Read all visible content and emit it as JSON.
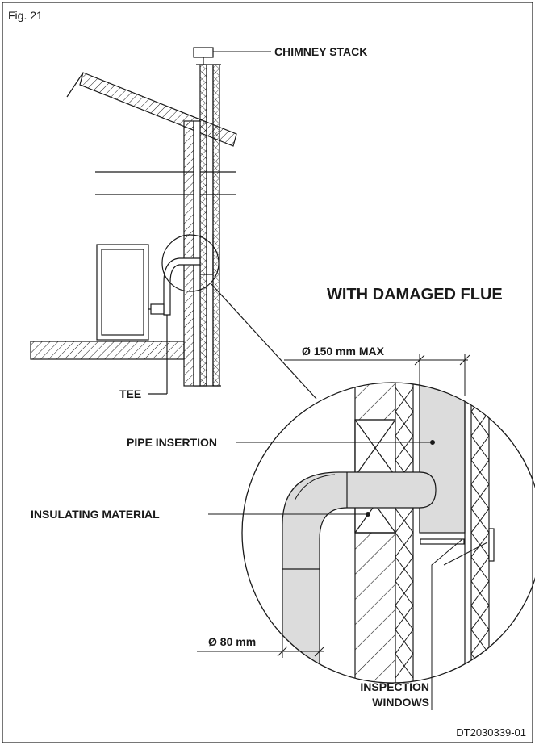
{
  "figure": {
    "label": "Fig. 21",
    "title": "WITH DAMAGED FLUE",
    "code": "DT2030339-01"
  },
  "labels": {
    "chimney_stack": "CHIMNEY STACK",
    "tee": "TEE",
    "pipe_insertion": "PIPE INSERTION",
    "insulating_material": "INSULATING MATERIAL",
    "diameter_max": "Ø 150 mm MAX",
    "diameter_pipe": "Ø 80 mm",
    "inspection_line1": "INSPECTION",
    "inspection_line2": "WINDOWS"
  },
  "colors": {
    "line": "#1a1a1a",
    "pipe_fill": "#dcdcdc"
  }
}
